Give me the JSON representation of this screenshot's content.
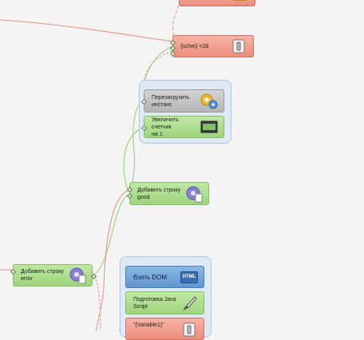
{
  "nodes": {
    "top_red": {
      "label": ""
    },
    "cond": {
      "label": "{schet} <28",
      "icon": "switch-icon"
    },
    "restart": {
      "label": "Перезагрузить\nинстанс",
      "icon": "gears-icon"
    },
    "increment": {
      "label": "Увеличить счетчик\nна 1",
      "icon": "counter-icon"
    },
    "good": {
      "label": "Добавить строку\ngood",
      "icon": "gear-doc-icon"
    },
    "error": {
      "label": "Добавить строку\nerror",
      "icon": "gear-doc-icon"
    },
    "dom": {
      "label": "Взять DOM",
      "icon": "html-icon",
      "icon_text": "HTML"
    },
    "js": {
      "label": "Подготовка Java\nScript",
      "icon": "pen-icon"
    },
    "var": {
      "label": "\"{Variable1}\"",
      "icon": "switch-icon"
    }
  },
  "colors": {
    "link_green": "#8fd36a",
    "link_red": "#e8907c"
  }
}
